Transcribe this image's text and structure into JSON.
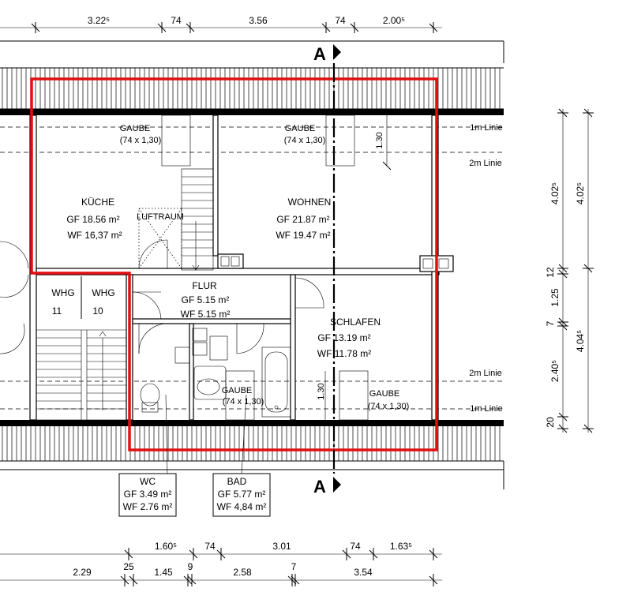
{
  "rooms": {
    "kueche": {
      "name": "KÜCHE",
      "gf": "GF 18.56 m²",
      "wf": "WF 16,37 m²"
    },
    "wohnen": {
      "name": "WOHNEN",
      "gf": "GF 21.87 m²",
      "wf": "WF 19.47 m²"
    },
    "flur": {
      "name": "FLUR",
      "gf": "GF 5.15 m²",
      "wf": "WF 5.15 m²"
    },
    "schlafen": {
      "name": "SCHLAFEN",
      "gf": "GF 13.19 m²",
      "wf": "WF 11.78 m²"
    },
    "wc": {
      "name": "WC",
      "gf": "GF 3.49 m²",
      "wf": "WF 2.76 m²"
    },
    "bad": {
      "name": "BAD",
      "gf": "GF 5.77 m²",
      "wf": "WF 4,84 m²"
    }
  },
  "labels": {
    "gaube": "GAUBE",
    "gaube_size": "(74 x 1,30)",
    "luftraum": "LUFTRAUM",
    "whg": "WHG",
    "whg11": "11",
    "whg10": "10",
    "linie1": "1m Linie",
    "linie2": "2m Linie",
    "section": "A"
  },
  "dimensions": {
    "top": [
      "3.22⁵",
      "74",
      "3.56",
      "74",
      "2.00⁵"
    ],
    "bottom1": [
      "1.60⁵",
      "74",
      "3.01",
      "74",
      "1.63⁵"
    ],
    "bottom2": [
      "2.29",
      "25",
      "1.45",
      "9",
      "2.58",
      "7",
      "3.54"
    ],
    "right_outer": [
      "4.02⁵",
      "4.04⁵"
    ],
    "right_inner": [
      "4.02⁵",
      "12",
      "1.25",
      "7",
      "2.40⁵",
      "20"
    ],
    "gaube_depth": "1.30",
    "gaube_depth2": "1.30"
  }
}
